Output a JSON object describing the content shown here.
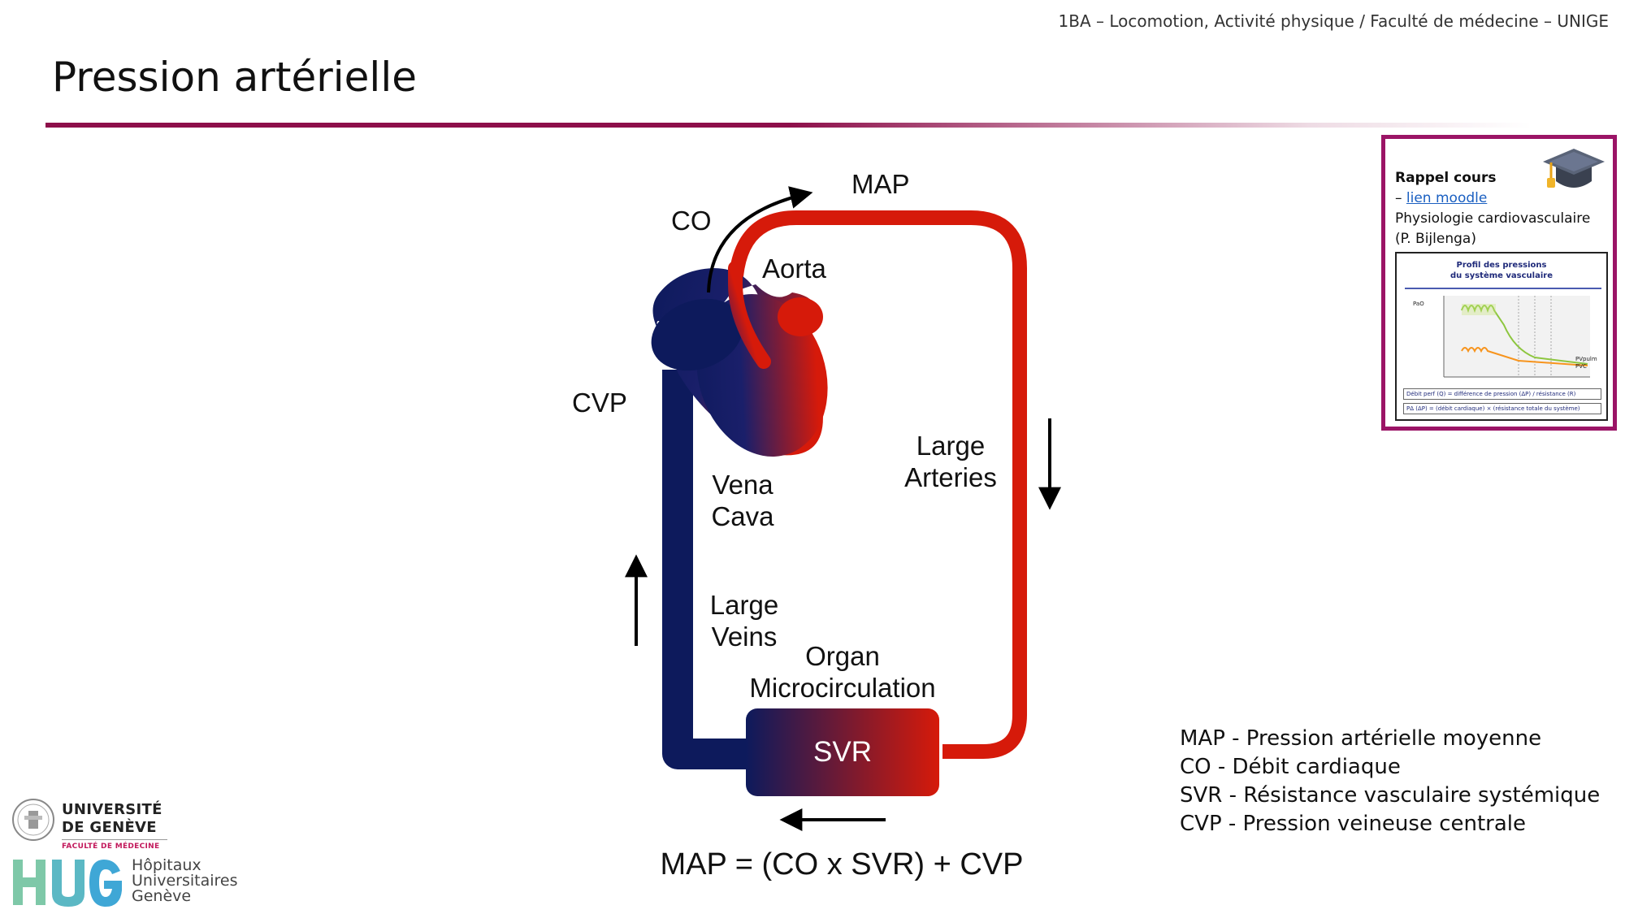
{
  "header": {
    "course": "1BA – Locomotion, Activité physique / Faculté de médecine – UNIGE",
    "title": "Pression artérielle"
  },
  "diagram": {
    "labels": {
      "map": "MAP",
      "co": "CO",
      "aorta": "Aorta",
      "cvp": "CVP",
      "large_arteries_1": "Large",
      "large_arteries_2": "Arteries",
      "vena_cava_1": "Vena",
      "vena_cava_2": "Cava",
      "large_veins_1": "Large",
      "large_veins_2": "Veins",
      "organ_1": "Organ",
      "organ_2": "Microcirculation",
      "svr": "SVR"
    },
    "formula": "MAP = (CO x SVR) + CVP",
    "colors": {
      "artery": "#d61a0a",
      "vein": "#0d1a5c"
    }
  },
  "recall": {
    "heading": "Rappel cours",
    "dash": "– ",
    "link": "lien moodle",
    "line3": "Physiologie cardiovasculaire",
    "line4": "(P. Bijlenga)",
    "icon": "graduation-cap-icon",
    "thumbnail": {
      "title_1": "Profil des pressions",
      "title_2": "du système vasculaire",
      "label_pa": "PaO",
      "label_pv": "PVpulm",
      "label_pvc": "PVC",
      "formula_1": "Débit perf (Q) = différence de pression (ΔP) / résistance (R)",
      "formula_2": "PΔ (ΔP) = (débit cardiaque) × (résistance totale du système)"
    },
    "border_color": "#9b1466"
  },
  "legend": {
    "items": [
      "MAP - Pression artérielle moyenne",
      "CO - Débit cardiaque",
      "SVR - Résistance vasculaire systémique",
      "CVP - Pression veineuse centrale"
    ]
  },
  "logos": {
    "unige_line1": "UNIVERSITÉ",
    "unige_line2": "DE GENÈVE",
    "unige_sub": "FACULTÉ DE MÉDECINE",
    "hug_line1": "Hôpitaux",
    "hug_line2": "Universitaires",
    "hug_line3": "Genève"
  }
}
